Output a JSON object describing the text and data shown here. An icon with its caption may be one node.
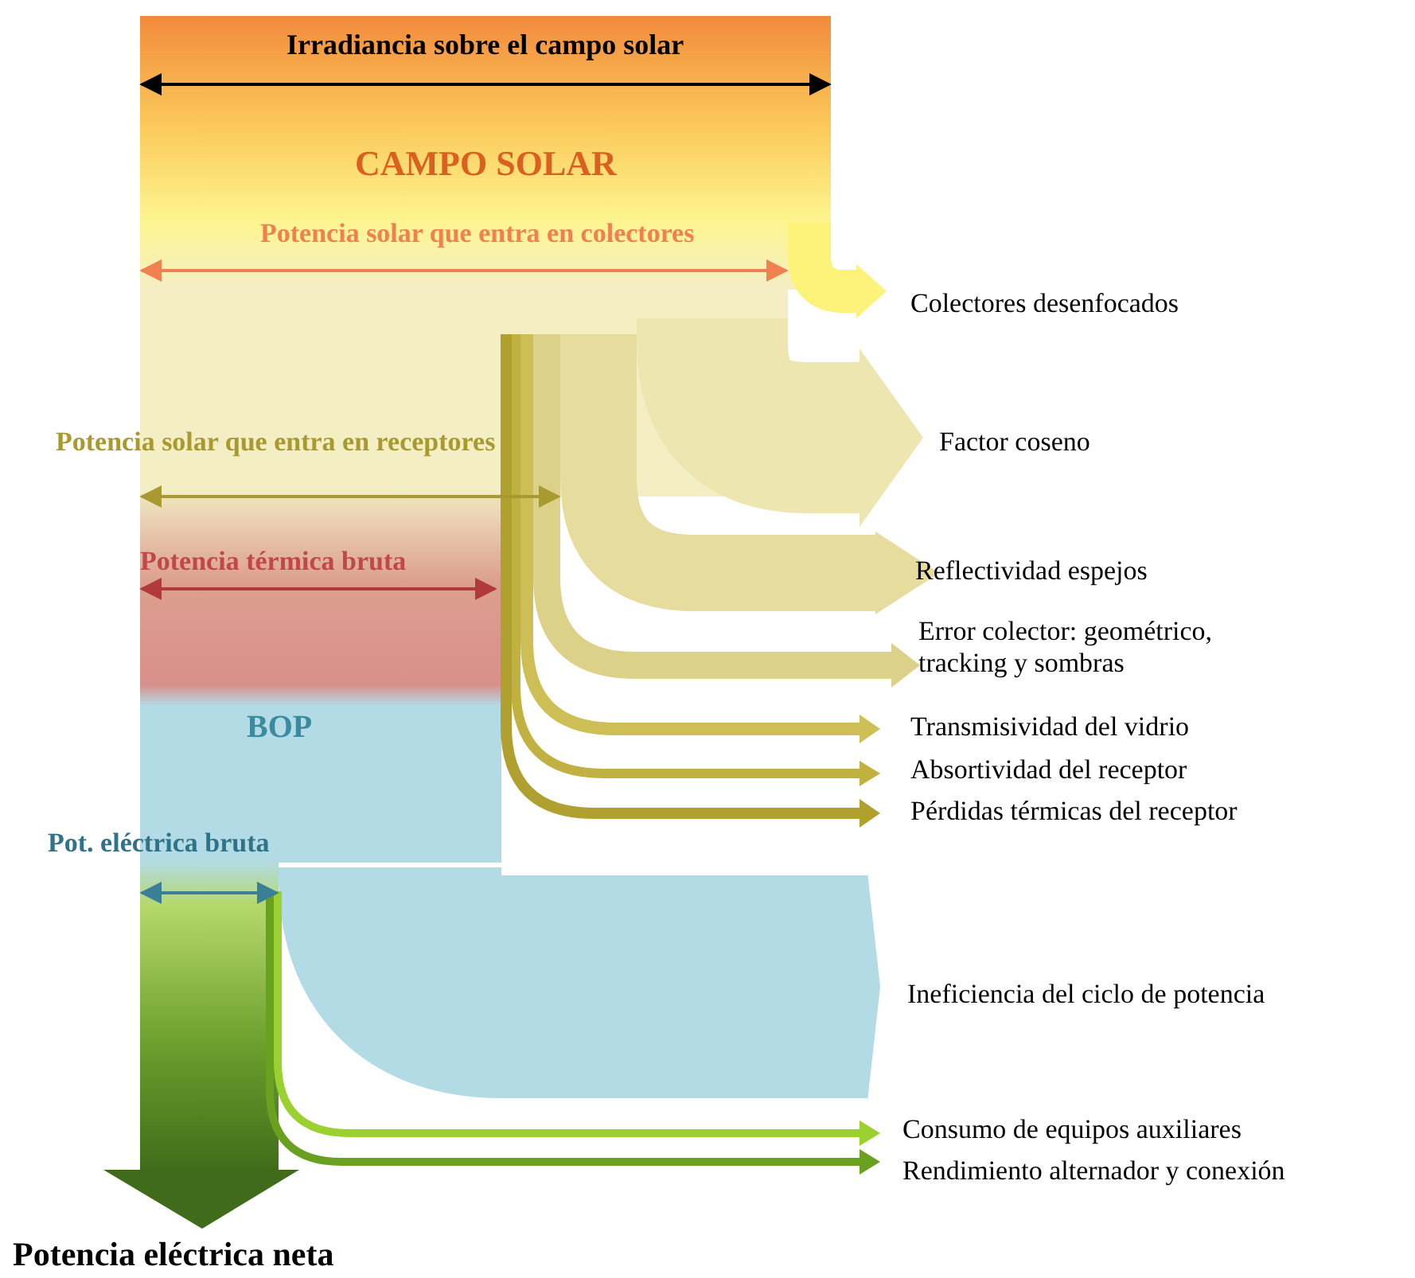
{
  "diagram": {
    "labels": [
      "Irradiancia sobre el campo solar",
      "CAMPO SOLAR",
      "Potencia solar que entra en colectores",
      "Colectores desenfocados",
      "Potencia solar que entra en receptores",
      "Factor coseno",
      "Potencia térmica bruta",
      "Reflectividad espejos",
      "Error colector: geométrico, tracking y sombras",
      "BOP",
      "Transmisividad del vidrio",
      "Absortividad del receptor",
      "Pérdidas térmicas del receptor",
      "Pot. eléctrica bruta",
      "Ineficiencia del ciclo de potencia",
      "Consumo de equipos auxiliares",
      "Rendimiento alternador y conexión",
      "Potencia eléctrica neta"
    ]
  }
}
